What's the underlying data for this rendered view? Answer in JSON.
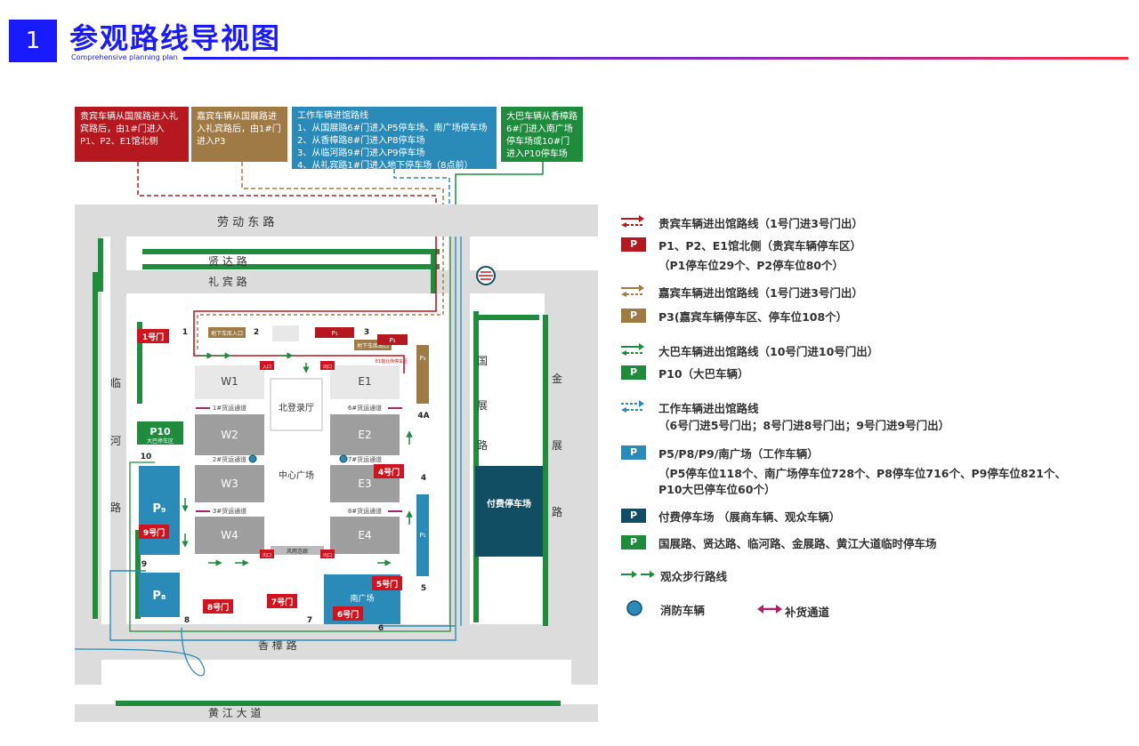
{
  "header": {
    "number": "1",
    "title": "参观路线导视图",
    "subtitle": "Comprehensive planning plan"
  },
  "info_boxes": [
    {
      "id": "vip",
      "color": "#b5191f",
      "text": "贵宾车辆从国展路进入礼宾路后，由1#门进入P1、P2、E1馆北侧"
    },
    {
      "id": "guest",
      "color": "#a07a44",
      "text": "嘉宾车辆从国展路进入礼宾路后，由1#门进入P3"
    },
    {
      "id": "work",
      "color": "#2b8bb8",
      "title": "工作车辆进馆路线",
      "lines": [
        "1、从国展路6#门进入P5停车场、南广场停车场",
        "2、从香樟路8#门进入P8停车场",
        "3、从临河路9#门进入P9停车场",
        "4、从礼宾路1#门进入地下停车场（8点前）"
      ]
    },
    {
      "id": "bus",
      "color": "#1f8c3d",
      "text": "大巴车辆从香樟路6#门进入南广场停车场或10#门进入P10停车场"
    }
  ],
  "map": {
    "roads": {
      "laodong": "劳 动 东 路",
      "xianda": "贤 达 路",
      "libin": "礼 宾 路",
      "guozhan": [
        "国",
        "展",
        "路"
      ],
      "jinzhan": [
        "金",
        "展",
        "路"
      ],
      "linhe": [
        "临",
        "河",
        "路"
      ],
      "xiangzhang": "香 樟 路",
      "huangjiang": "黄 江 大 道"
    },
    "halls": {
      "w1": "W1",
      "w2": "W2",
      "w3": "W3",
      "w4": "W4",
      "e1": "E1",
      "e2": "E2",
      "e3": "E3",
      "e4": "E4"
    },
    "center": {
      "north_hall": "北登录厅",
      "plaza": "中心广场",
      "corridor": "风雨连廊"
    },
    "channels": {
      "c1": "1#货运通道",
      "c2": "2#货运通道",
      "c3": "3#货运通道",
      "c6": "6#货运通道",
      "c7": "7#货运通道",
      "c8": "8#货运通道"
    },
    "gates": {
      "g1": "1号门",
      "g4": "4号门",
      "g5": "5号门",
      "g6": "6号门",
      "g7": "7号门",
      "g8": "8号门",
      "g9": "9号门"
    },
    "gate_numbers": {
      "n1": "1",
      "n2": "2",
      "n3": "3",
      "n4a": "4A",
      "n4": "4",
      "n5": "5",
      "n6": "6",
      "n7": "7",
      "n8": "8",
      "n9": "9",
      "n10": "10"
    },
    "parking": {
      "p1": "P₁",
      "p2": "P₂",
      "p3": "P₃",
      "p5": "P₅",
      "p8": "P₈",
      "p9": "P₉",
      "p10": "P10",
      "p10_sub": "大巴停车区",
      "paid": "付费停车场",
      "underground_in": "地下车库入口",
      "underground_out": "地下车库出口",
      "e1_north": "E1馆北侧停车区"
    },
    "entrance": "入口",
    "exit": "出口"
  },
  "legend": [
    {
      "kind": "arrow-red",
      "line1": "贵宾车辆进出馆路线（1号门进3号门出）"
    },
    {
      "kind": "chip",
      "chip": "P",
      "color": "#b5191f",
      "line1": "P1、P2、E1馆北侧（贵宾车辆停车区）",
      "line2": "（P1停车位29个、P2停车位80个）"
    },
    {
      "kind": "arrow-brown",
      "line1": "嘉宾车辆进出馆路线（1号门进3号门出）"
    },
    {
      "kind": "chip",
      "chip": "P",
      "color": "#a07a44",
      "line1": "P3(嘉宾车辆停车区、停车位108个）"
    },
    {
      "kind": "arrow-green",
      "line1": "大巴车辆进出馆路线（10号门进10号门出）"
    },
    {
      "kind": "chip",
      "chip": "P",
      "color": "#1f8c3d",
      "line1": "P10（大巴车辆）"
    },
    {
      "kind": "arrow-blue",
      "line1": "工作车辆进出馆路线",
      "line2": "（6号门进5号门出；8号门进8号门出；9号门进9号门出）"
    },
    {
      "kind": "chip",
      "chip": "P",
      "color": "#2b8bb8",
      "line1": "P5/P8/P9/南广场（工作车辆）",
      "line2": "（P5停车位118个、南广场停车位728个、P8停车位716个、P9停车位821个、",
      "line3": "P10大巴停车位60个）"
    },
    {
      "kind": "chip",
      "chip": "P",
      "color": "#114e63",
      "line1": "付费停车场 （展商车辆、观众车辆）"
    },
    {
      "kind": "chip",
      "chip": "P",
      "color": "#1f8c3d",
      "line1": "国展路、贤达路、临河路、金展路、黄江大道临时停车场"
    },
    {
      "kind": "walk",
      "line1": "观众步行路线"
    },
    {
      "kind": "fire",
      "line1": "消防车辆",
      "line2": "补货通道"
    }
  ],
  "colors": {
    "blue": "#1a1aff",
    "vip": "#b5191f",
    "guest": "#a07a44",
    "work": "#2b8bb8",
    "bus": "#1f8c3d",
    "paid": "#114e63",
    "road": "#dcdcdc",
    "hall": "#9e9e9e"
  }
}
